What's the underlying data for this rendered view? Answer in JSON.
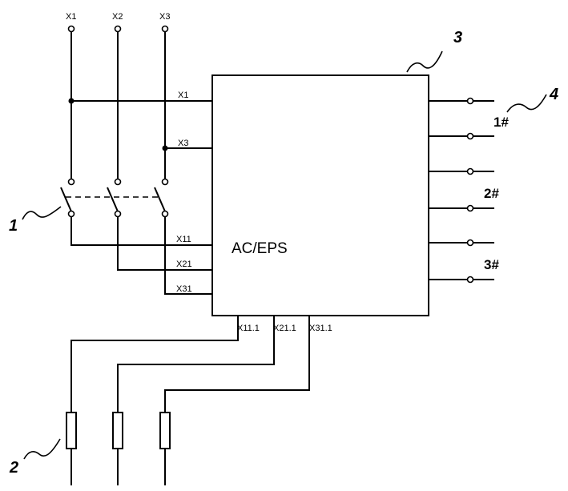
{
  "terminals_top": [
    "X1",
    "X2",
    "X3"
  ],
  "inputs": {
    "x1": "X1",
    "x3": "X3",
    "x11": "X11",
    "x21": "X21",
    "x31": "X31"
  },
  "box_label": "AC/EPS",
  "bottom_labels": [
    "X11.1",
    "X21.1",
    "X31.1"
  ],
  "outputs": [
    "1#",
    "2#",
    "3#"
  ],
  "refs": {
    "switch": "1",
    "fuses": "2",
    "unit": "3",
    "outputs": "4"
  }
}
